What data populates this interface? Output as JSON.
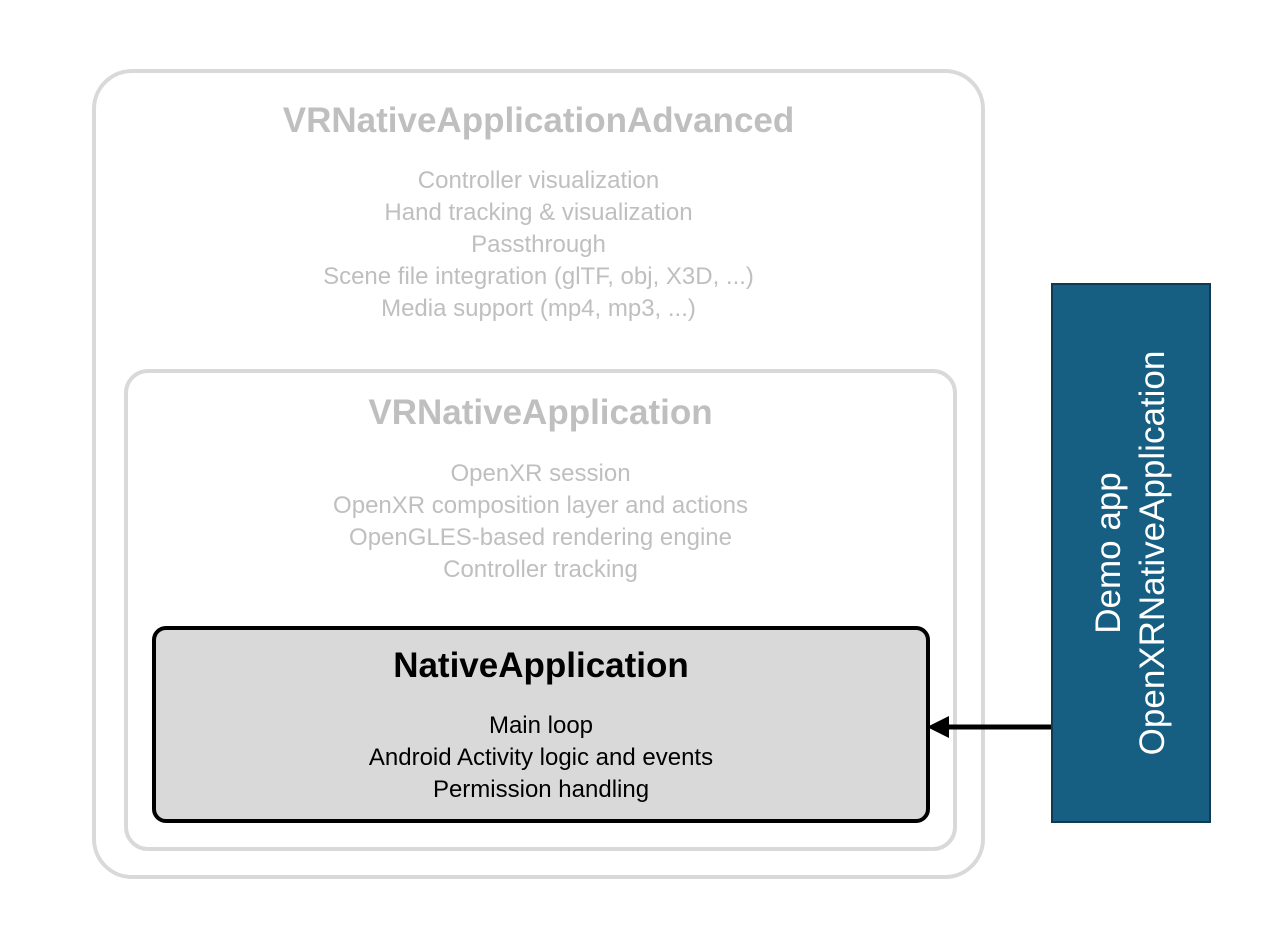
{
  "outer": {
    "title": "VRNativeApplicationAdvanced",
    "features": [
      "Controller visualization",
      "Hand tracking & visualization",
      "Passthrough",
      "Scene file integration (glTF, obj, X3D, ...)",
      "Media support (mp4, mp3, ...)"
    ]
  },
  "middle": {
    "title": "VRNativeApplication",
    "features": [
      "OpenXR session",
      "OpenXR composition layer and actions",
      "OpenGLES-based rendering engine",
      "Controller tracking"
    ]
  },
  "inner": {
    "title": "NativeApplication",
    "features": [
      "Main loop",
      "Android Activity logic and events",
      "Permission handling"
    ]
  },
  "demo": {
    "line1": "Demo app",
    "line2": "OpenXRNativeApplication"
  },
  "colors": {
    "outer_text": "#bfbfbf",
    "inner_fill": "#d9d9d9",
    "demo_fill": "#165f82",
    "arrow": "#000000"
  }
}
